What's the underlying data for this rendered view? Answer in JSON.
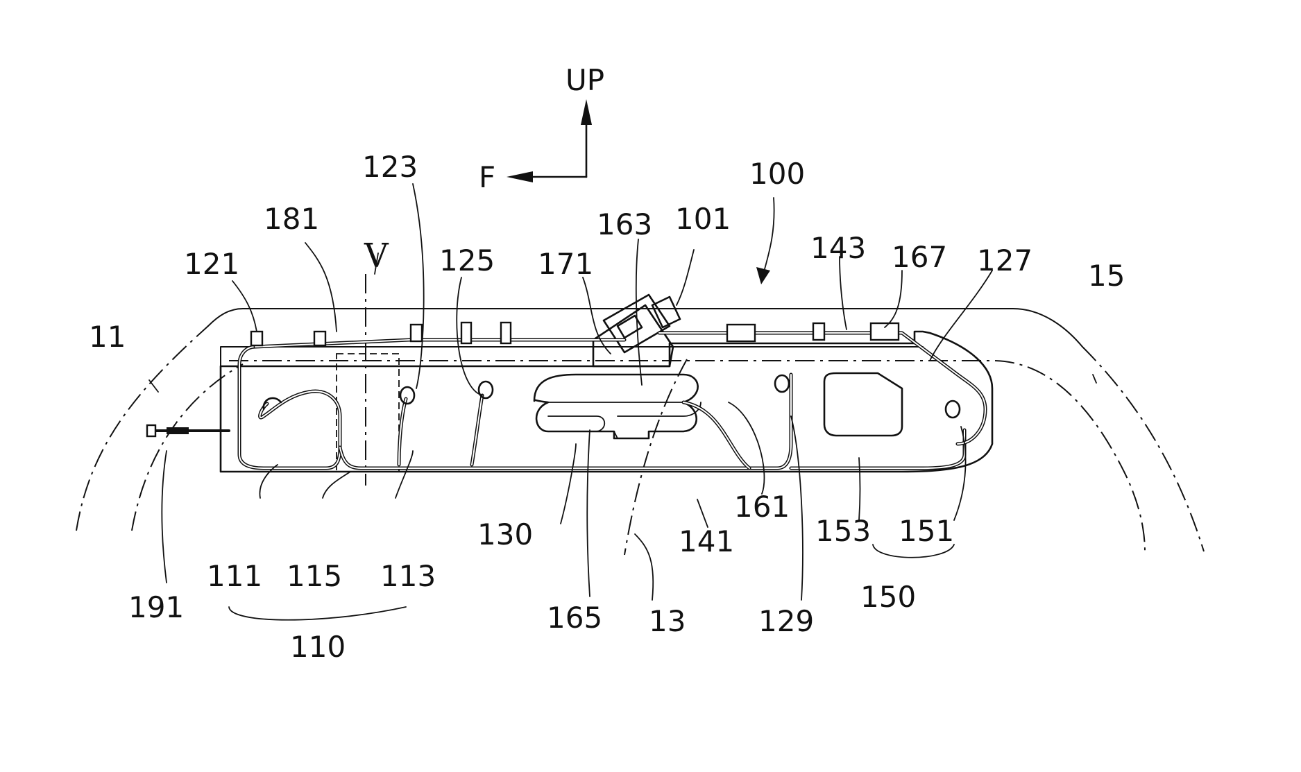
{
  "direction": {
    "up": "UP",
    "forward": "F"
  },
  "view_marker": "V",
  "labels": {
    "l100": "100",
    "l101": "101",
    "l11": "11",
    "l110": "110",
    "l111": "111",
    "l113": "113",
    "l115": "115",
    "l121": "121",
    "l123": "123",
    "l125": "125",
    "l127": "127",
    "l129": "129",
    "l13": "13",
    "l130": "130",
    "l141": "141",
    "l143": "143",
    "l15": "15",
    "l150": "150",
    "l151": "151",
    "l153": "153",
    "l161": "161",
    "l163": "163",
    "l165": "165",
    "l167": "167",
    "l171": "171",
    "l181": "181",
    "l191": "191"
  }
}
